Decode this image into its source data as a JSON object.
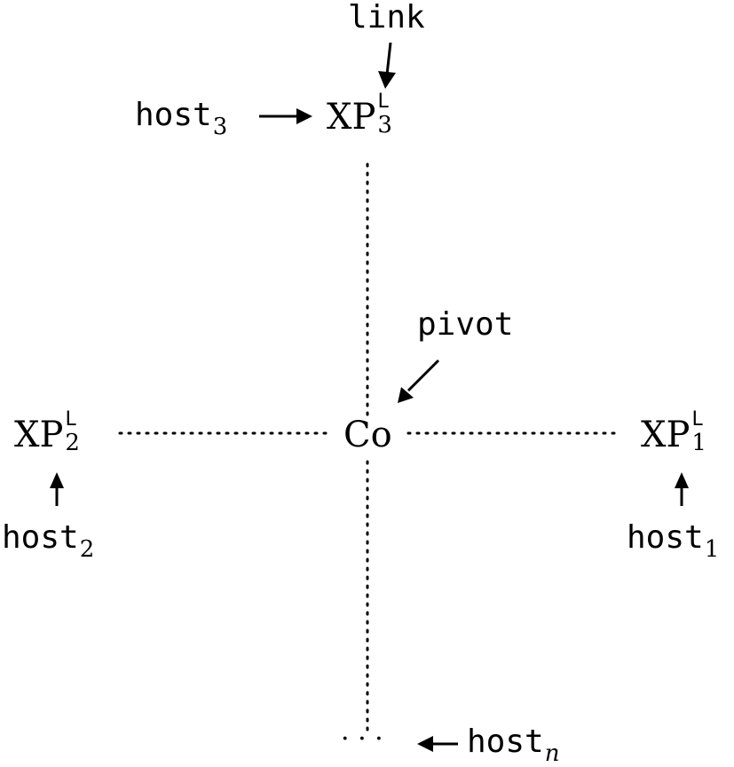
{
  "nodes": {
    "center": {
      "label": "Co"
    },
    "xp1": {
      "base": "XP",
      "sup": "L",
      "sub": "1"
    },
    "xp2": {
      "base": "XP",
      "sup": "L",
      "sub": "2"
    },
    "xp3": {
      "base": "XP",
      "sup": "L",
      "sub": "3"
    },
    "ellipsis": {
      "label": "· · ·"
    }
  },
  "labels": {
    "link": "link",
    "pivot": "pivot",
    "host1": {
      "base": "host",
      "sub": "1"
    },
    "host2": {
      "base": "host",
      "sub": "2"
    },
    "host3": {
      "base": "host",
      "sub": "3"
    },
    "hostn": {
      "base": "host",
      "sub": "n"
    }
  }
}
